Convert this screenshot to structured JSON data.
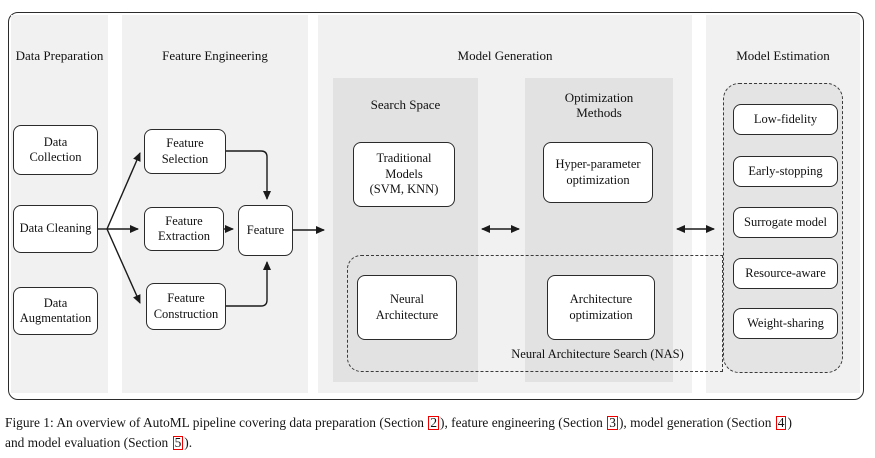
{
  "headers": {
    "data_preparation": "Data Preparation",
    "feature_engineering": "Feature Engineering",
    "model_generation": "Model Generation",
    "model_estimation": "Model Estimation",
    "search_space": "Search Space",
    "optimization_methods": [
      "Optimization",
      "Methods"
    ]
  },
  "boxes": {
    "data_collection": [
      "Data",
      "Collection"
    ],
    "data_cleaning": "Data Cleaning",
    "data_augmentation": [
      "Data",
      "Augmentation"
    ],
    "feature_selection": [
      "Feature",
      "Selection"
    ],
    "feature_extraction": [
      "Feature",
      "Extraction"
    ],
    "feature_construction": [
      "Feature",
      "Construction"
    ],
    "feature": "Feature",
    "traditional_models": [
      "Traditional",
      "Models",
      "(SVM, KNN)"
    ],
    "hyper_parameter": [
      "Hyper-parameter",
      "optimization"
    ],
    "neural_architecture": [
      "Neural",
      "Architecture"
    ],
    "architecture_optimization": [
      "Architecture",
      "optimization"
    ],
    "low_fidelity": "Low-fidelity",
    "early_stopping": "Early-stopping",
    "surrogate_model": "Surrogate model",
    "resource_aware": "Resource-aware",
    "weight_sharing": "Weight-sharing"
  },
  "nas_label": "Neural Architecture Search (NAS)",
  "caption": {
    "line1": [
      {
        "text": "Figure 1: An overview of AutoML pipeline covering data preparation (Section "
      },
      {
        "ref": "2"
      },
      {
        "text": "), feature engineering (Section "
      },
      {
        "ref": "3"
      },
      {
        "text": "), model generation (Section "
      },
      {
        "ref": "4"
      },
      {
        "text": ")"
      }
    ],
    "line2": [
      {
        "text": "and model evaluation (Section "
      },
      {
        "ref": "5"
      },
      {
        "text": ")."
      }
    ]
  },
  "colors": {
    "column_bg": "#f1f1f1",
    "subcolumn_bg": "#e2e2e2",
    "box_border": "#2b2b2b",
    "dashed_border": "#3a3a3a",
    "reference_box_red": "#ee0000"
  }
}
